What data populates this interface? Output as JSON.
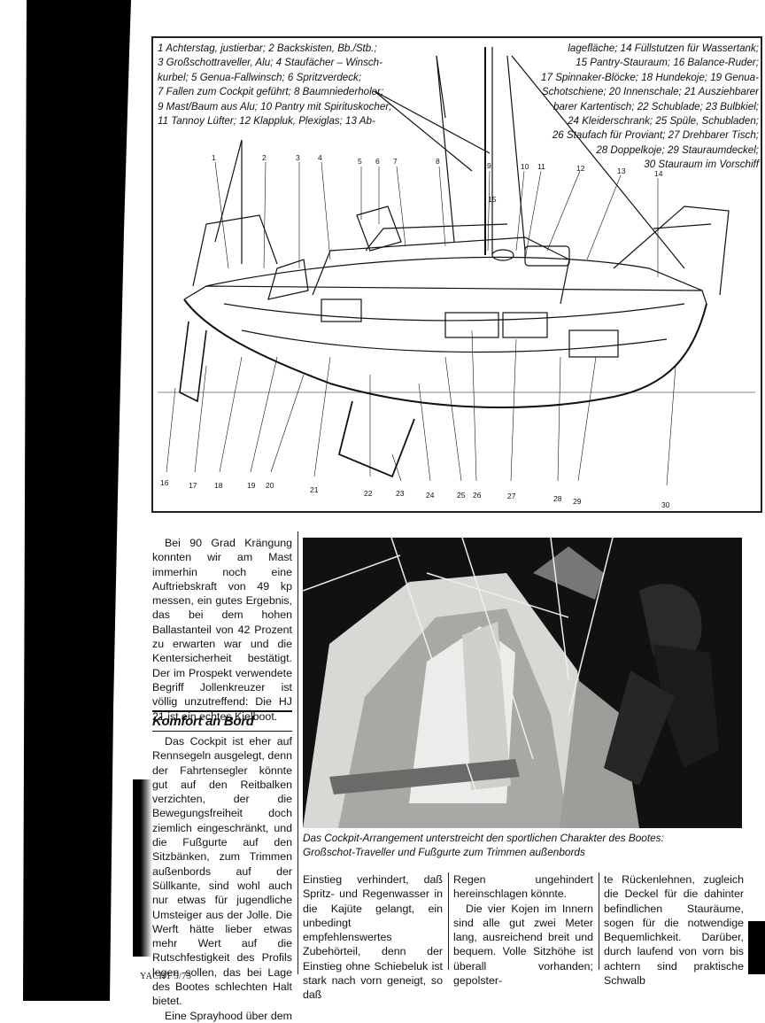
{
  "legend_left": [
    "1 Achterstag, justierbar; 2 Backskisten, Bb./Stb.;",
    "3 Großschottraveller, Alu; 4 Staufächer – Winsch-",
    "kurbel; 5 Genua-Fallwinsch; 6 Spritzverdeck;",
    "7 Fallen zum Cockpit geführt; 8 Baumniederholer;",
    "9 Mast/Baum aus Alu; 10 Pantry mit Spirituskocher;",
    "11 Tannoy Lüfter; 12 Klappluk, Plexiglas; 13 Ab-"
  ],
  "legend_right": [
    "lagefläche; 14 Füllstutzen für Wassertank;",
    "15 Pantry-Stauraum; 16 Balance-Ruder;",
    "17 Spinnaker-Blöcke; 18 Hundekoje; 19 Genua-",
    "Schotschiene; 20 Innenschale; 21 Ausziehbarer",
    "barer Kartentisch; 22 Schublade; 23 Bulbkiel;",
    "24 Kleiderschrank; 25 Spüle, Schubladen;",
    "26 Staufach für Proviant; 27 Drehbarer Tisch;",
    "28 Doppelkoje; 29 Stauraumdeckel;",
    "30 Stauraum im Vorschiff"
  ],
  "top_numbers": [
    "1",
    "2",
    "3",
    "4",
    "5",
    "6",
    "7",
    "8",
    "9",
    "10",
    "11",
    "12",
    "13",
    "14",
    "15"
  ],
  "bottom_numbers": [
    "16",
    "17",
    "18",
    "19",
    "20",
    "21",
    "22",
    "23",
    "24",
    "25",
    "26",
    "27",
    "28",
    "29",
    "30"
  ],
  "col1_lines": "Bei 90 Grad Krängung konnten wir am Mast immerhin noch eine Auftriebskraft von 49 kp messen, ein gutes Ergebnis, das bei dem hohen Ballastanteil von 42 Prozent zu erwarten war und die Kentersicherheit bestätigt. Der im Prospekt verwendete Begriff Jollenkreuzer ist völlig unzutreffend: Die HJ 21 ist ein echtes Kielboot.",
  "heading": "Komfort an Bord",
  "col1_b": "Das Cockpit ist eher auf Rennsegeln ausgelegt, denn der Fahrtensegler könnte gut auf den Reitbalken verzichten, der die Bewegungsfreiheit doch ziemlich eingeschränkt, und die Fußgurte auf den Sitzbänken, zum Trimmen außenbords auf der Süllkante, sind wohl auch nur etwas für jugendliche Umsteiger aus der Jolle. Die Werft hätte lieber etwas mehr Wert auf die Rutschfestigkeit des Profils legen sollen, das bei Lage des Bootes schlechten Halt bietet.",
  "col1_c": "Eine Sprayhood über dem",
  "caption_1": "Das Cockpit-Arrangement unterstreicht den sportlichen Charakter des Bootes:",
  "caption_2": "Großschot-Traveller und Fußgurte zum Trimmen außenbords",
  "col2": "Einstieg verhindert, daß Spritz- und Regenwasser in die Kajüte gelangt, ein unbedingt empfehlenswertes Zubehörteil, denn der Einstieg ohne Schiebeluk ist stark nach vorn geneigt, so daß",
  "col3_a": "Regen ungehindert hereinschlagen könnte.",
  "col3_b": "Die vier Kojen im Innern sind alle gut zwei Meter lang, ausreichend breit und bequem. Volle Sitzhöhe ist überall vorhanden; gepolster-",
  "col4": "te Rückenlehnen, zugleich die Deckel für die dahinter befindlichen Stauräume, sogen für die notwendige Bequemlichkeit. Darüber, durch laufend von vorn bis achtern sind praktische Schwalb",
  "footer": "YACHT 5/75"
}
